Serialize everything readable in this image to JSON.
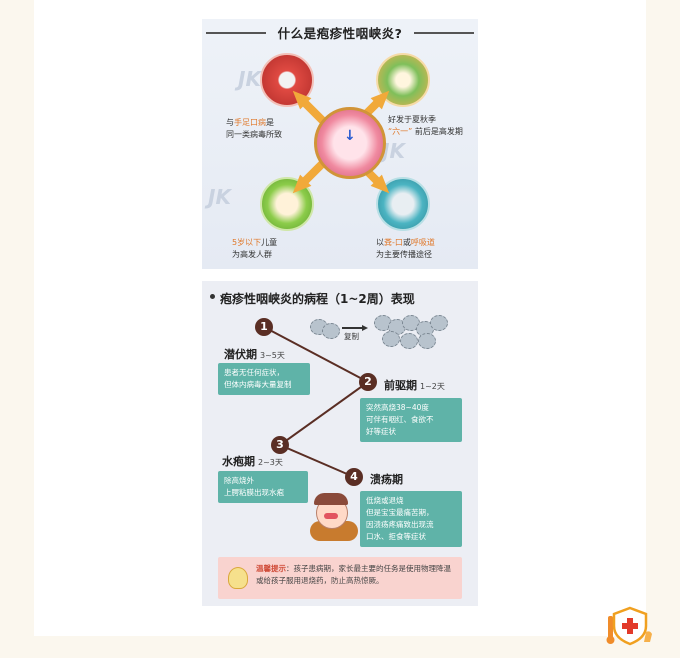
{
  "panel1": {
    "title": "什么是疱疹性咽峡炎?",
    "top_left": {
      "pre": "与",
      "highlight": "手足口病",
      "post": "是",
      "line2": "同一类病毒所致"
    },
    "top_right": {
      "line1": "好发于夏秋季",
      "line2_a": "“六一”",
      "line2_b": "前后是高发期"
    },
    "bottom_left": {
      "highlight": "5岁以下",
      "post": "儿童",
      "line2": "为高发人群"
    },
    "bottom_right": {
      "pre": "以",
      "hl1": "粪-口",
      "mid": "或",
      "hl2": "呼吸道",
      "line2": "为主要传播途径"
    }
  },
  "panel2": {
    "title": "疱疹性咽峡炎的病程（1~2周）表现",
    "replicate_label": "复制",
    "stages": [
      {
        "num": "1",
        "name": "潜伏期",
        "duration": "3~5天",
        "lines": [
          "患者无任何症状，",
          "但体内病毒大量复制"
        ]
      },
      {
        "num": "2",
        "name": "前驱期",
        "duration": "1~2天",
        "lines": [
          "突然高烧38~40度",
          "可伴有咽红、食欲不",
          "好等症状"
        ]
      },
      {
        "num": "3",
        "name": "水疱期",
        "duration": "2~3天",
        "lines": [
          "除高烧外",
          "上腭粘膜出现水疱"
        ]
      },
      {
        "num": "4",
        "name": "溃疡期",
        "duration": "",
        "lines": [
          "低烧或退烧",
          "但是宝宝最痛苦期，",
          "因溃疡疼痛致出现流",
          "口水、拒食等症状"
        ]
      }
    ],
    "tip": {
      "label": "温馨提示",
      "text": "：孩子患病期，家长最主要的任务是使用物理降温或给孩子服用退烧药，防止高热惊厥。"
    }
  },
  "colors": {
    "arrow": "#f1a93a",
    "teal": "#5fb3a8",
    "dot": "#5a2e24",
    "tip_bg": "#f9d3cf"
  }
}
